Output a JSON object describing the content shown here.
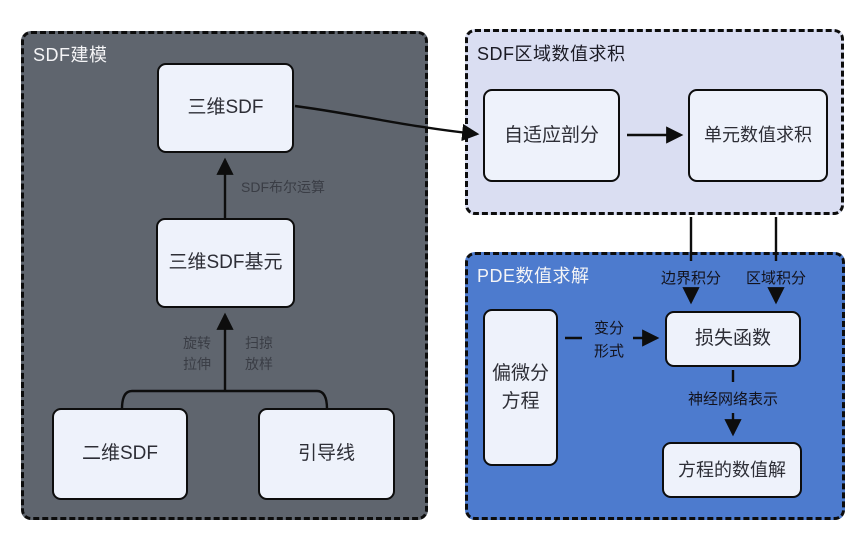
{
  "colors": {
    "panel_gray": "#5f656e",
    "panel_lavender": "#dadef2",
    "panel_blue": "#4d7bce",
    "node_fill": "#eef2fb",
    "line": "#0d0d0d"
  },
  "panels": {
    "sdf_modeling": {
      "title": "SDF建模",
      "boxes": {
        "sdf3d": "三维SDF",
        "sdf3d_primitive": "三维SDF基元",
        "sdf2d": "二维SDF",
        "guide_line": "引导线"
      },
      "edge_labels": {
        "boolean_op": "SDF布尔运算",
        "rotate_extrude": "旋转\n拉伸",
        "sweep_loft": "扫掠\n放样"
      }
    },
    "quadrature": {
      "title": "SDF区域数值求积",
      "boxes": {
        "adaptive_subdivision": "自适应剖分",
        "cell_quadrature": "单元数值求积"
      }
    },
    "pde": {
      "title": "PDE数值求解",
      "boxes": {
        "pde_equation": "偏微分\n方程",
        "loss_function": "损失函数",
        "numerical_solution": "方程的数值解"
      },
      "edge_labels": {
        "boundary_integral": "边界积分",
        "domain_integral": "区域积分",
        "variational_form": "变分\n形式",
        "nn_representation": "神经网络表示"
      }
    }
  }
}
